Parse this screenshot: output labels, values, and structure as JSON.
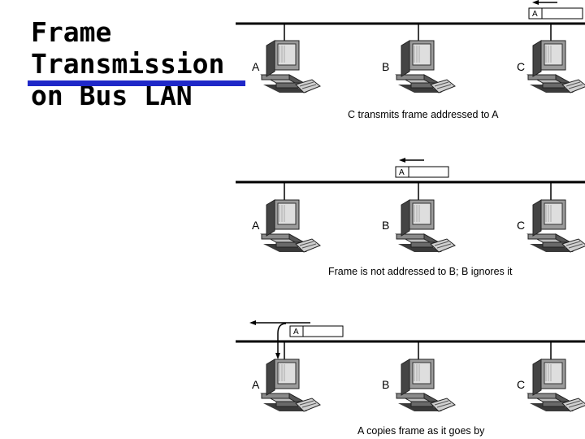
{
  "title": {
    "line1": "Frame",
    "line2": "Transmission",
    "line3": "on Bus LAN"
  },
  "colors": {
    "accent_underline": "#1f28c8",
    "bus": "#000000",
    "text": "#000000"
  },
  "stations": [
    "A",
    "B",
    "C"
  ],
  "frame_label": "A",
  "panels": [
    {
      "caption": "C transmits frame addressed to A"
    },
    {
      "caption": "Frame is not addressed to B; B ignores it"
    },
    {
      "caption": "A copies frame as it goes by"
    }
  ]
}
